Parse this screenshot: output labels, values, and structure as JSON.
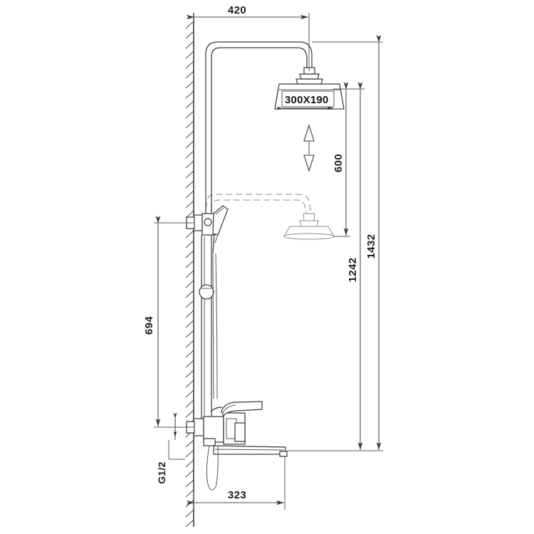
{
  "drawing": {
    "title": "Shower Column Dimensioned Elevation",
    "type": "technical-line-drawing",
    "units": "mm",
    "background_color": "#ffffff",
    "line_color": "#3a3a3a",
    "dimension_color": "#4a4a4a",
    "ghost_color": "#8c8c8c",
    "text_color": "#1c1c1c"
  },
  "dimensions": {
    "top_projection": {
      "label": "420",
      "orientation": "horizontal",
      "position": "top",
      "from": "wall-face",
      "to": "overhead-shower-center"
    },
    "overhead_shower_size": {
      "label": "300X190",
      "orientation": "horizontal",
      "position": "on-shower-head",
      "note": "rain head plan size"
    },
    "travel_600": {
      "label": "600",
      "orientation": "vertical",
      "position": "right-inner",
      "from": "overhead-shower-underside",
      "to": "lowered-shower-position"
    },
    "height_1242": {
      "label": "1242",
      "orientation": "vertical",
      "position": "right-middle",
      "from": "lowered-shower-position",
      "to": "spout-baseline"
    },
    "height_1432": {
      "label": "1432",
      "orientation": "vertical",
      "position": "right-outer",
      "from": "shower-arm-top",
      "to": "spout-baseline"
    },
    "height_694": {
      "label": "694",
      "orientation": "vertical",
      "position": "left",
      "from": "wall-bracket",
      "to": "inlet-connection"
    },
    "thread_label": {
      "label": "G1/2",
      "orientation": "vertical-text",
      "position": "lower-left",
      "note": "inlet thread size"
    },
    "spout_projection": {
      "label": "323",
      "orientation": "horizontal",
      "position": "bottom",
      "from": "wall-face",
      "to": "spout-tip"
    }
  },
  "annotations": {
    "adjust_arrow": {
      "name": "height-adjust-arrow",
      "direction": "up-down",
      "note": "overhead shower height adjustment range"
    },
    "ghost_view": {
      "note": "dashed outline shows shower arm and head in lowered position"
    },
    "wall": {
      "note": "hatched vertical wall section at left"
    }
  },
  "components": [
    {
      "name": "wall-section",
      "label": "Wall"
    },
    {
      "name": "shower-riser-arm",
      "label": "Shower arm"
    },
    {
      "name": "overhead-shower-head",
      "label": "Rain shower head"
    },
    {
      "name": "lowered-shower-head",
      "label": "Lowered shower head"
    },
    {
      "name": "riser-rail",
      "label": "Riser rail"
    },
    {
      "name": "hand-shower",
      "label": "Hand shower"
    },
    {
      "name": "slider-holder",
      "label": "Slider holder"
    },
    {
      "name": "wall-bracket",
      "label": "Wall bracket"
    },
    {
      "name": "mixer-valve",
      "label": "Bath mixer valve"
    },
    {
      "name": "lever-handle",
      "label": "Lever handle"
    },
    {
      "name": "bath-spout",
      "label": "Bath spout"
    },
    {
      "name": "inlet-connector",
      "label": "Inlet connector"
    },
    {
      "name": "shower-hose",
      "label": "Shower hose"
    }
  ]
}
